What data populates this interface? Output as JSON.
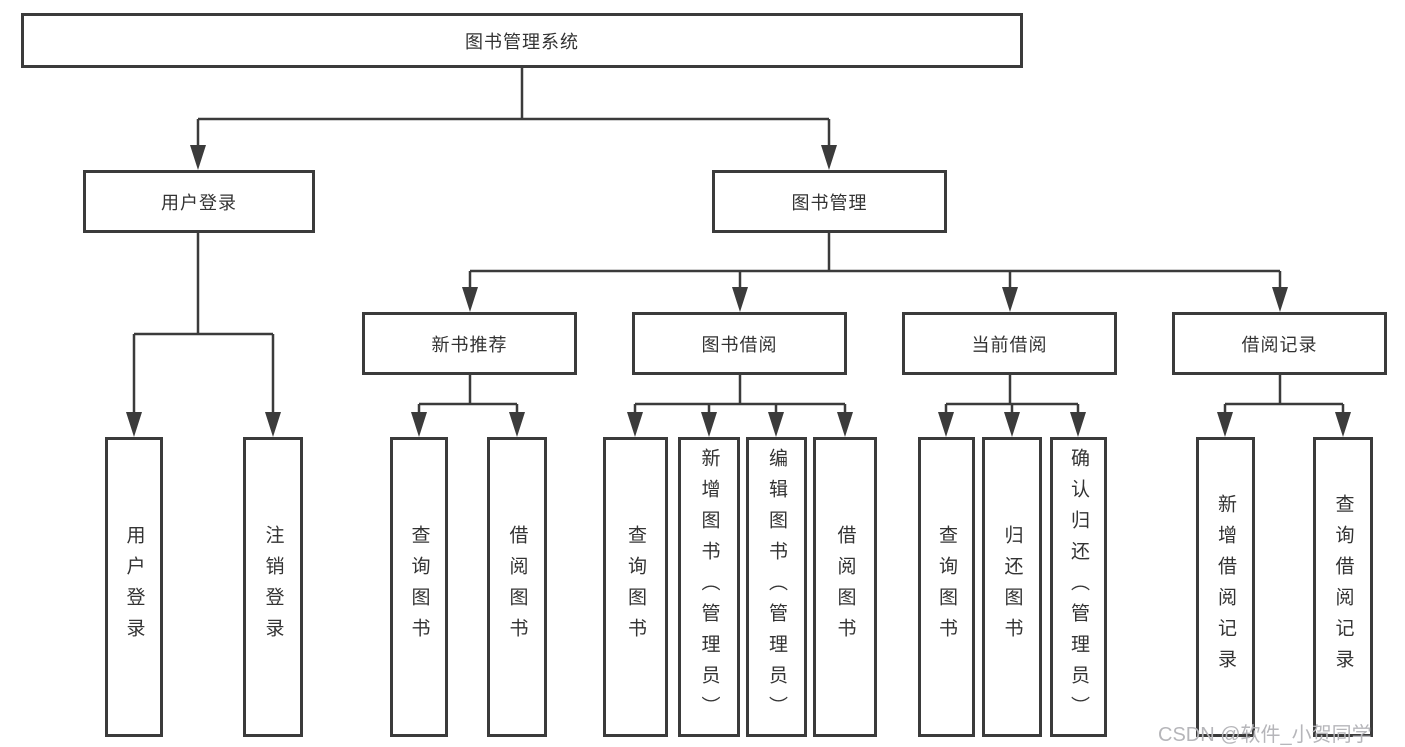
{
  "diagram": {
    "title": "图书管理系统",
    "nodes": {
      "root": {
        "label": "图书管理系统"
      },
      "level2": [
        {
          "label": "用户登录"
        },
        {
          "label": "图书管理"
        }
      ],
      "level3": [
        {
          "label": "新书推荐",
          "parent": "图书管理"
        },
        {
          "label": "图书借阅",
          "parent": "图书管理"
        },
        {
          "label": "当前借阅",
          "parent": "图书管理"
        },
        {
          "label": "借阅记录",
          "parent": "图书管理"
        }
      ],
      "leaves": [
        {
          "label": "用户登录",
          "parent": "用户登录"
        },
        {
          "label": "注销登录",
          "parent": "用户登录"
        },
        {
          "label": "查询图书",
          "parent": "新书推荐"
        },
        {
          "label": "借阅图书",
          "parent": "新书推荐"
        },
        {
          "label": "查询图书",
          "parent": "图书借阅"
        },
        {
          "label": "新增图书（管理员）",
          "parent": "图书借阅"
        },
        {
          "label": "编辑图书（管理员）",
          "parent": "图书借阅"
        },
        {
          "label": "借阅图书",
          "parent": "图书借阅"
        },
        {
          "label": "查询图书",
          "parent": "当前借阅"
        },
        {
          "label": "归还图书",
          "parent": "当前借阅"
        },
        {
          "label": "确认归还（管理员）",
          "parent": "当前借阅"
        },
        {
          "label": "新增借阅记录",
          "parent": "借阅记录"
        },
        {
          "label": "查询借阅记录",
          "parent": "借阅记录"
        }
      ]
    },
    "colors": {
      "line": "#3b3b3b",
      "text": "#333333",
      "background": "#ffffff",
      "watermark": "#b6b6ba"
    }
  },
  "watermark": {
    "text": "CSDN @软件_小贺同学"
  }
}
